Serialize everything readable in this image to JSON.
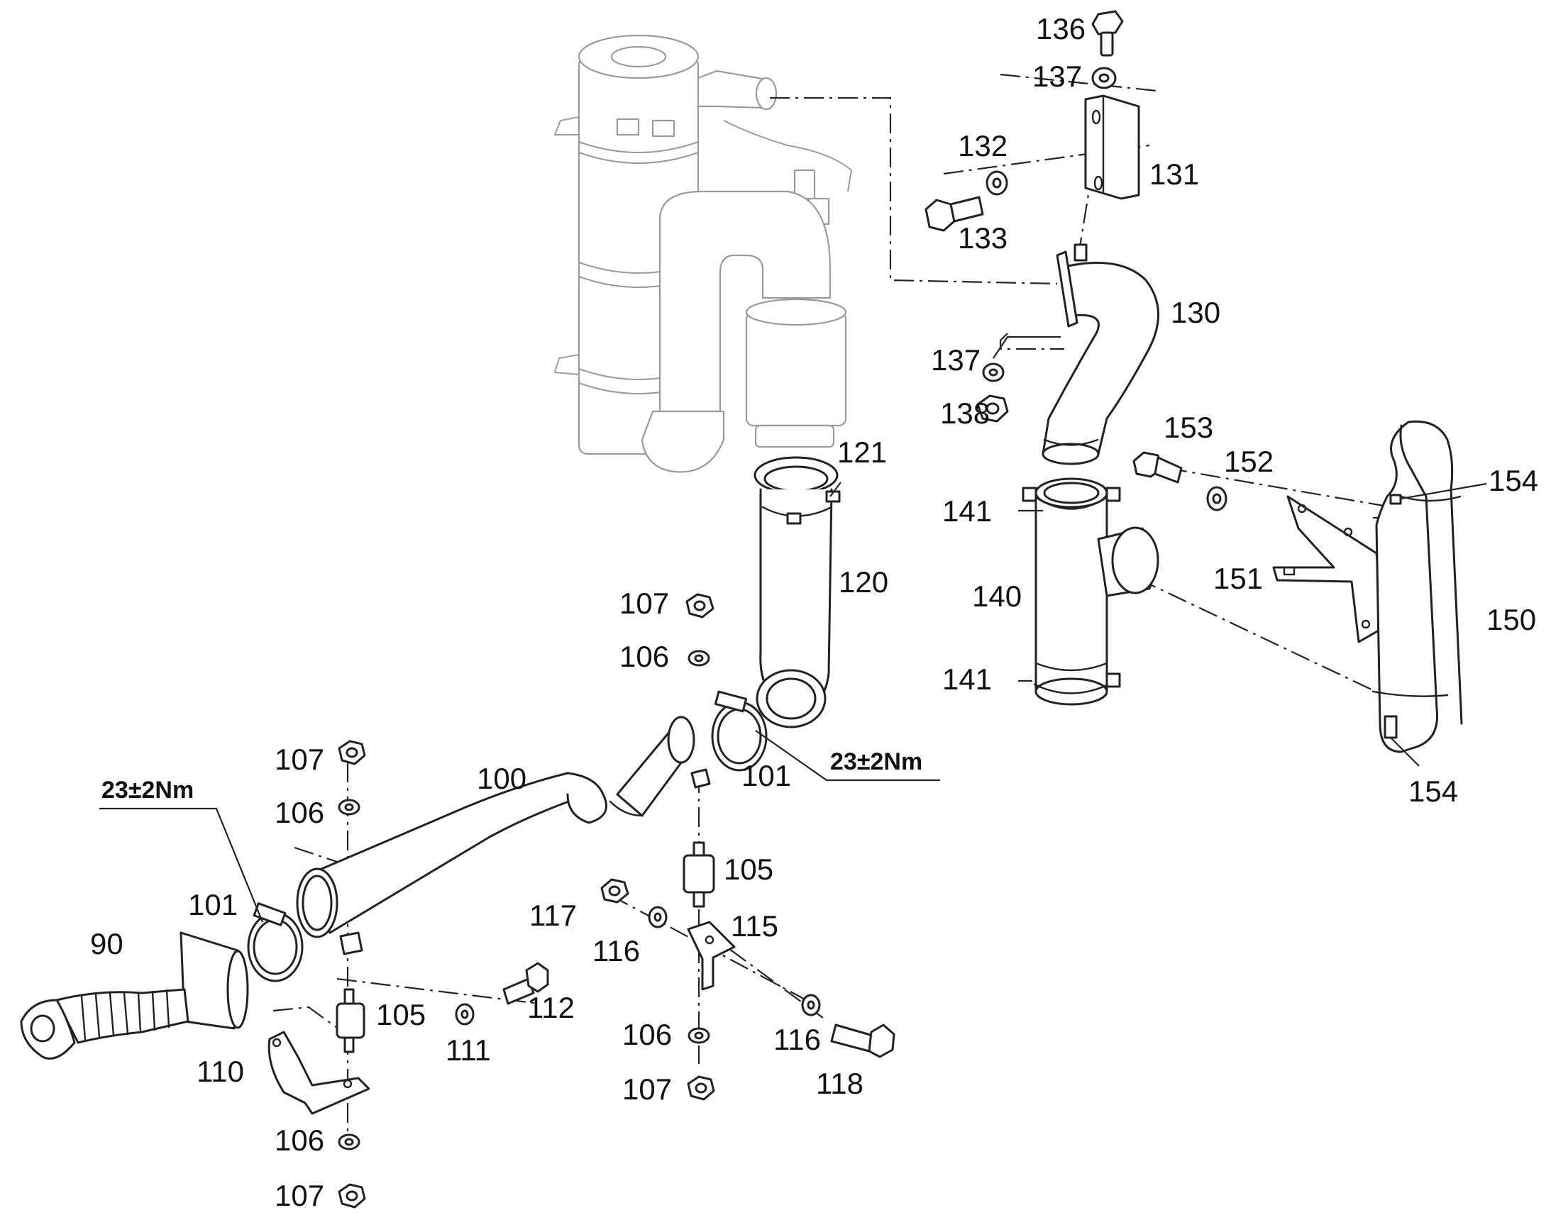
{
  "labels": {
    "p90": "90",
    "p100": "100",
    "p101a": "101",
    "p101b": "101",
    "p105a": "105",
    "p105b": "105",
    "p106a": "106",
    "p106b": "106",
    "p106c": "106",
    "p106d": "106",
    "p107a": "107",
    "p107b": "107",
    "p107c": "107",
    "p107d": "107",
    "p110": "110",
    "p111": "111",
    "p112": "112",
    "p115": "115",
    "p116a": "116",
    "p116b": "116",
    "p117": "117",
    "p118": "118",
    "p120": "120",
    "p121": "121",
    "p130": "130",
    "p131": "131",
    "p132": "132",
    "p133": "133",
    "p136": "136",
    "p137a": "137",
    "p137b": "137",
    "p138": "138",
    "p140": "140",
    "p141a": "141",
    "p141b": "141",
    "p150": "150",
    "p151": "151",
    "p152": "152",
    "p153": "153",
    "p154a": "154",
    "p154b": "154"
  },
  "torque": {
    "left": "23±2Nm",
    "right": "23±2Nm"
  }
}
